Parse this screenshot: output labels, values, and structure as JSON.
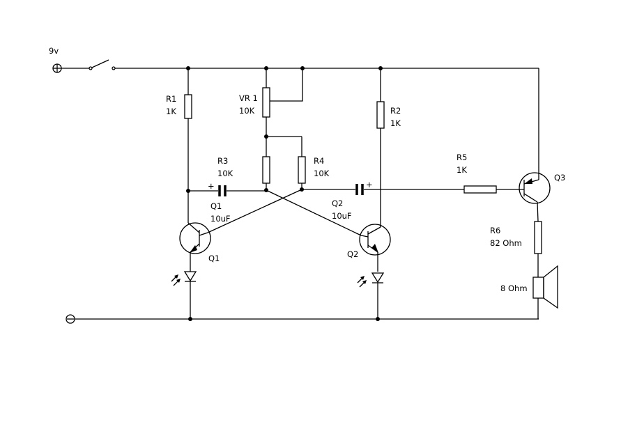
{
  "supply": {
    "label": "9v"
  },
  "resistors": {
    "r1": {
      "name": "R1",
      "value": "1K"
    },
    "vr1": {
      "name": "VR 1",
      "value": "10K"
    },
    "r2": {
      "name": "R2",
      "value": "1K"
    },
    "r3": {
      "name": "R3",
      "value": "10K"
    },
    "r4": {
      "name": "R4",
      "value": "10K"
    },
    "r5": {
      "name": "R5",
      "value": "1K"
    },
    "r6": {
      "name": "R6",
      "value": "82 Ohm"
    }
  },
  "capacitors": {
    "c1": {
      "name": "Q1",
      "value": "10uF",
      "polarity": "+"
    },
    "c2": {
      "name": "Q2",
      "value": "10uF",
      "polarity": "+"
    }
  },
  "transistors": {
    "q1": {
      "name": "Q1"
    },
    "q2": {
      "name": "Q2"
    },
    "q3": {
      "name": "Q3"
    }
  },
  "speaker": {
    "value": "8 Ohm"
  }
}
